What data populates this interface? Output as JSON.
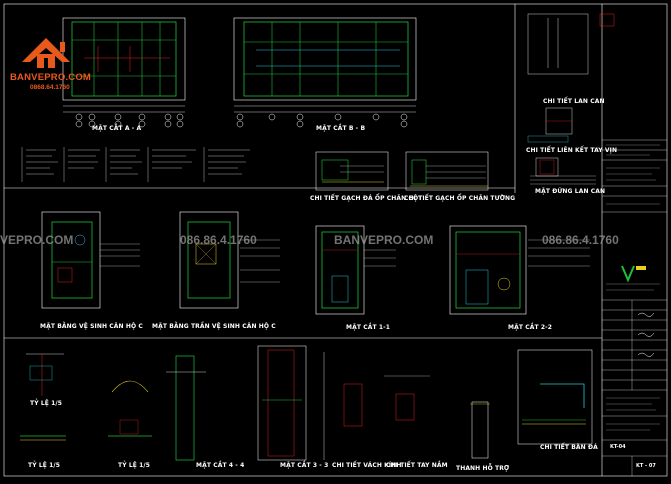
{
  "logo": {
    "brand": "BANVEPRO.COM",
    "phone": "0868.64.1760",
    "accent": "#e85a1c"
  },
  "watermarks": {
    "w1": "VEPRO.COM",
    "w2": "086.86.4.1760",
    "w3": "BANVEPRO.COM",
    "w4": "086.86.4.1760"
  },
  "labels": {
    "section_aa": "MẶT CẮT A - A",
    "section_bb": "MẶT CẮT B - B",
    "detail_lan_can": "CHI TIẾT LAN CAN",
    "detail_lien_ket": "CHI TIẾT LIÊN KẾT TAY VỊN",
    "elevation_lan_can": "MẶT ĐỨNG LAN CAN",
    "detail_gach_cot": "CHI TIẾT GẠCH ĐÁ ỐP CHÂN CỘT",
    "detail_gach_tuong": "CHI TIẾT GẠCH ỐP CHÂN TƯỜNG",
    "plan_ve_sinh": "MẶT BẰNG VỆ SINH CĂN HỘ C",
    "plan_tran": "MẶT BẰNG TRẦN VỆ SINH CĂN HỘ C",
    "section_11": "MẶT CẮT 1-1",
    "section_22": "MẶT CẮT 2-2",
    "scale1": "TỶ LỆ 1/5",
    "scale2": "TỶ LỆ 1/5",
    "scale3": "TỶ LỆ 1/5",
    "section_44": "MẶT CẮT 4 - 4",
    "section_33": "MẶT CẮT 3 - 3",
    "detail_vach_kinh": "CHI TIẾT VÁCH KÍNH",
    "detail_tay_nam": "CHI TIẾT TAY NẮM",
    "thanh_ho_tro": "THANH HỖ TRỢ",
    "detail_ban_da": "CHI TIẾT BÀN ĐÁ"
  },
  "title_block": {
    "sheet_code": "KT - 07",
    "drawing_no": "KT-04"
  },
  "colors": {
    "background": "#000000",
    "lines_main": "#ffffff",
    "lines_green": "#1fbf3a",
    "lines_red": "#e02020",
    "lines_cyan": "#23c8d8",
    "lines_yellow": "#e8d020",
    "lines_magenta": "#d030d0"
  }
}
